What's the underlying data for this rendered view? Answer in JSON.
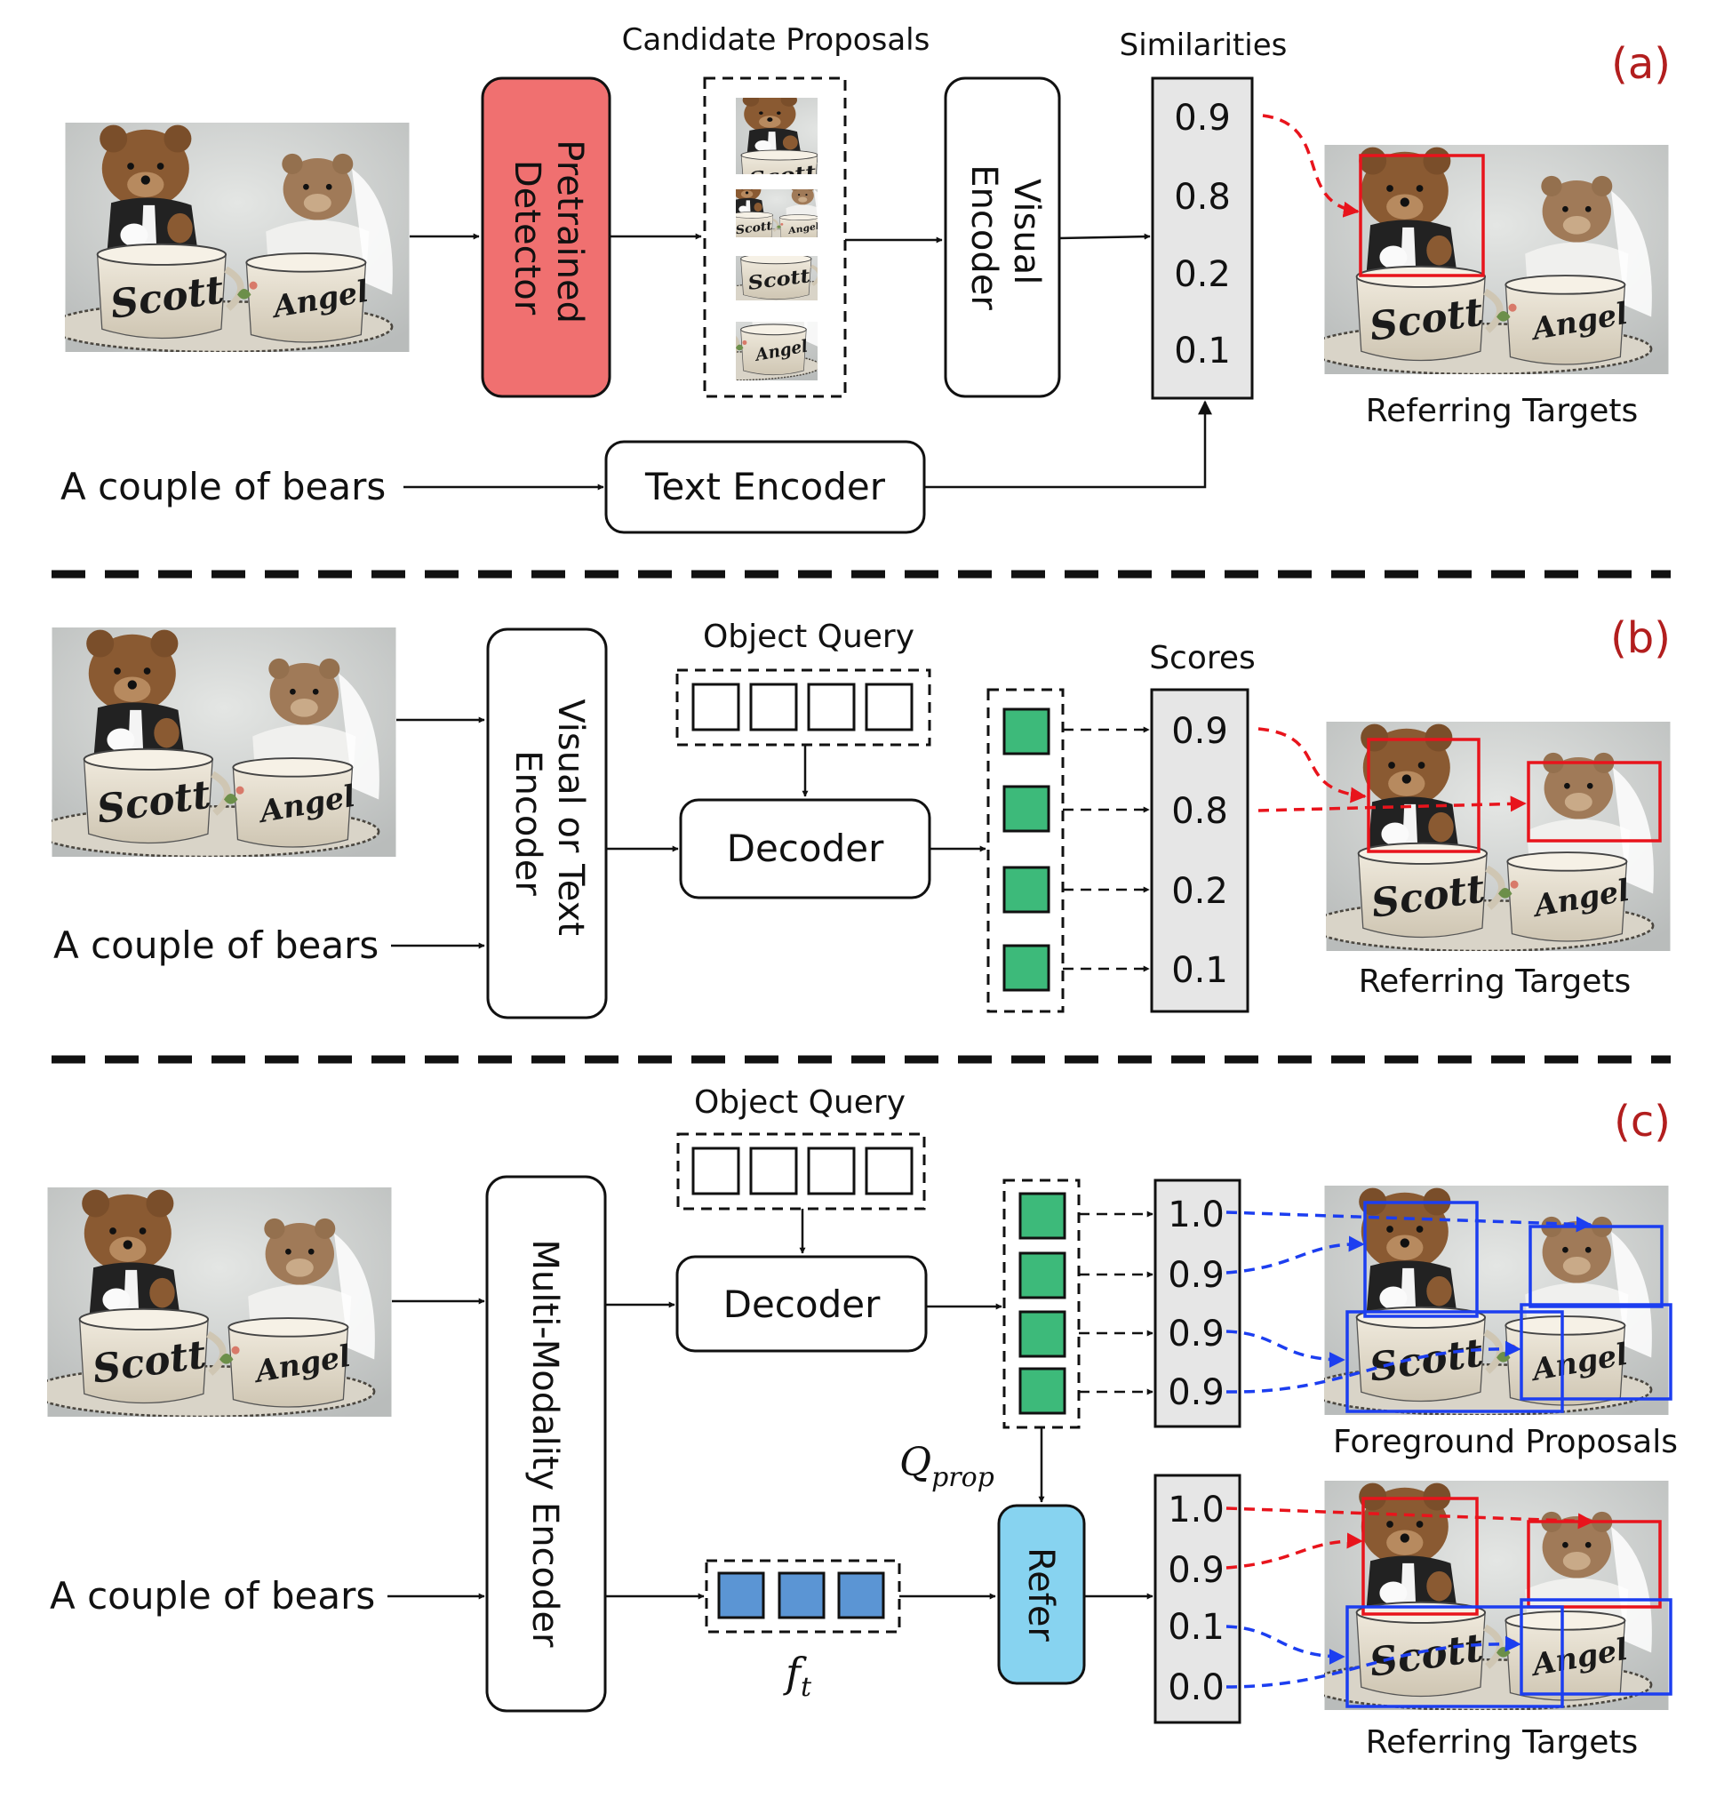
{
  "panels": {
    "a": {
      "tag": "(a)",
      "detector": [
        "Pretrained",
        "Detector"
      ],
      "proposals_label": "Candidate Proposals",
      "visual_encoder": [
        "Visual",
        "Encoder"
      ],
      "similarities_label": "Similarities",
      "similarities": [
        "0.9",
        "0.8",
        "0.2",
        "0.1"
      ],
      "text_input": "A couple of bears",
      "text_encoder": "Text Encoder",
      "output_label": "Referring Targets",
      "photo_text": [
        "Scott",
        "Angel"
      ]
    },
    "b": {
      "tag": "(b)",
      "encoder": [
        "Visual or Text",
        "Encoder"
      ],
      "object_query_label": "Object Query",
      "decoder": "Decoder",
      "scores_label": "Scores",
      "scores": [
        "0.9",
        "0.8",
        "0.2",
        "0.1"
      ],
      "text_input": "A couple of bears",
      "output_label": "Referring Targets"
    },
    "c": {
      "tag": "(c)",
      "encoder": "Multi-Modality Encoder",
      "object_query_label": "Object Query",
      "decoder": "Decoder",
      "scores_top": [
        "1.0",
        "0.9",
        "0.9",
        "0.9"
      ],
      "foreground_label": "Foreground Proposals",
      "q_prop": [
        "Q",
        "prop"
      ],
      "f_t": [
        "f",
        "t"
      ],
      "refer": "Refer",
      "scores_bottom": [
        "1.0",
        "0.9",
        "0.1",
        "0.0"
      ],
      "text_input": "A couple of bears",
      "output_label": "Referring Targets"
    }
  },
  "colors": {
    "detector": "#f07070",
    "refer": "#87d3f0",
    "query_green": "#3dba7a",
    "text_feature_blue": "#5b95d4",
    "score_box": "#e6e6e6",
    "red": "#e8141c",
    "blue": "#1c3ef0",
    "panel_tag": "#b21e1e"
  }
}
